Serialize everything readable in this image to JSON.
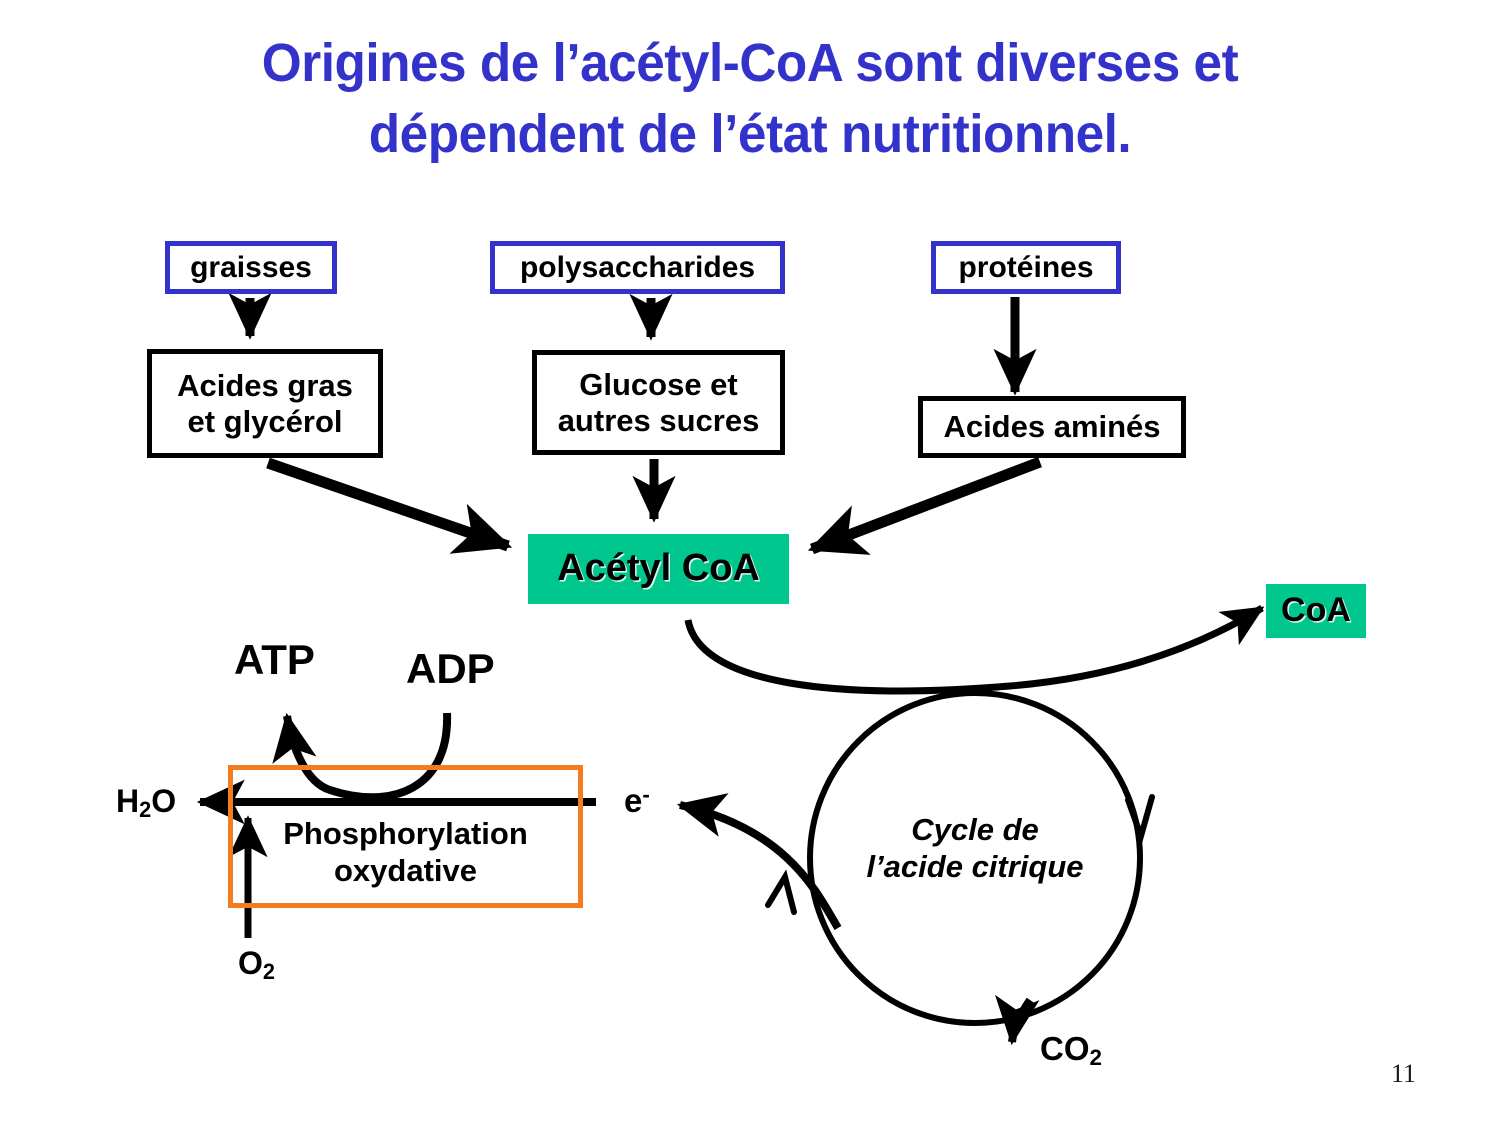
{
  "slide": {
    "title": "Origines de l’acétyl-CoA sont diverses et\ndépendent de l’état nutritionnel.",
    "page_number": "11",
    "colors": {
      "title_blue": "#3333CC",
      "box_blue": "#3333CC",
      "acetyl_green": "#00C78D",
      "phosphorylation_orange": "#F47B20",
      "arrow_black": "#000000"
    }
  },
  "nodes": {
    "graisses": "graisses",
    "polysaccharides": "polysaccharides",
    "proteines": "protéines",
    "acides_gras": "Acides gras\net glycérol",
    "glucose": "Glucose et\nautres sucres",
    "acides_amines": "Acides aminés",
    "acetyl_coa": "Acétyl CoA",
    "coa": "CoA",
    "cycle": "Cycle de\nl’acide citrique",
    "phosphorylation": "Phosphorylation\noxydative"
  },
  "labels": {
    "atp": "ATP",
    "adp": "ADP",
    "h2o_main": "H",
    "h2o_sub": "2",
    "h2o_tail": "O",
    "electron_main": "e",
    "electron_sup": "-",
    "o2_main": "O",
    "o2_sub": "2",
    "co2_main": "CO",
    "co2_sub": "2"
  },
  "chart_data": {
    "type": "diagram",
    "title": "Origines de l’acétyl-CoA sont diverses et dépendent de l’état nutritionnel.",
    "node_list": [
      {
        "id": "graisses",
        "label": "graisses",
        "style": "blue-outline-box"
      },
      {
        "id": "polysaccharides",
        "label": "polysaccharides",
        "style": "blue-outline-box"
      },
      {
        "id": "proteines",
        "label": "protéines",
        "style": "blue-outline-box"
      },
      {
        "id": "acides_gras",
        "label": "Acides gras et glycérol",
        "style": "black-outline-box"
      },
      {
        "id": "glucose",
        "label": "Glucose et autres sucres",
        "style": "black-outline-box"
      },
      {
        "id": "acides_amines",
        "label": "Acides aminés",
        "style": "black-outline-box"
      },
      {
        "id": "acetyl_coa",
        "label": "Acétyl CoA",
        "style": "green-filled-box"
      },
      {
        "id": "coa",
        "label": "CoA",
        "style": "green-filled-box"
      },
      {
        "id": "cycle",
        "label": "Cycle de l’acide citrique",
        "style": "circle"
      },
      {
        "id": "phosphorylation",
        "label": "Phosphorylation oxydative",
        "style": "orange-outline-box"
      },
      {
        "id": "atp",
        "label": "ATP",
        "style": "plain-text"
      },
      {
        "id": "adp",
        "label": "ADP",
        "style": "plain-text"
      },
      {
        "id": "h2o",
        "label": "H2O",
        "style": "plain-text"
      },
      {
        "id": "o2",
        "label": "O2",
        "style": "plain-text"
      },
      {
        "id": "co2",
        "label": "CO2",
        "style": "plain-text"
      },
      {
        "id": "electron",
        "label": "e-",
        "style": "plain-text"
      }
    ],
    "edges": [
      {
        "from": "graisses",
        "to": "acides_gras",
        "kind": "straight-arrow"
      },
      {
        "from": "polysaccharides",
        "to": "glucose",
        "kind": "straight-arrow"
      },
      {
        "from": "proteines",
        "to": "acides_amines",
        "kind": "straight-arrow"
      },
      {
        "from": "acides_gras",
        "to": "acetyl_coa",
        "kind": "diagonal-arrow"
      },
      {
        "from": "glucose",
        "to": "acetyl_coa",
        "kind": "straight-arrow"
      },
      {
        "from": "acides_amines",
        "to": "acetyl_coa",
        "kind": "diagonal-arrow"
      },
      {
        "from": "acetyl_coa",
        "to": "coa",
        "kind": "curved-arrow"
      },
      {
        "from": "cycle",
        "to": "electron",
        "kind": "curved-arrow"
      },
      {
        "from": "cycle",
        "to": "co2",
        "kind": "curved-arrow"
      },
      {
        "from": "electron",
        "to": "h2o",
        "kind": "straight-arrow-through-phosphorylation"
      },
      {
        "from": "o2",
        "to": "phosphorylation",
        "kind": "straight-arrow"
      },
      {
        "from": "adp",
        "to": "atp",
        "kind": "curved-arrow-through-phosphorylation"
      }
    ]
  }
}
